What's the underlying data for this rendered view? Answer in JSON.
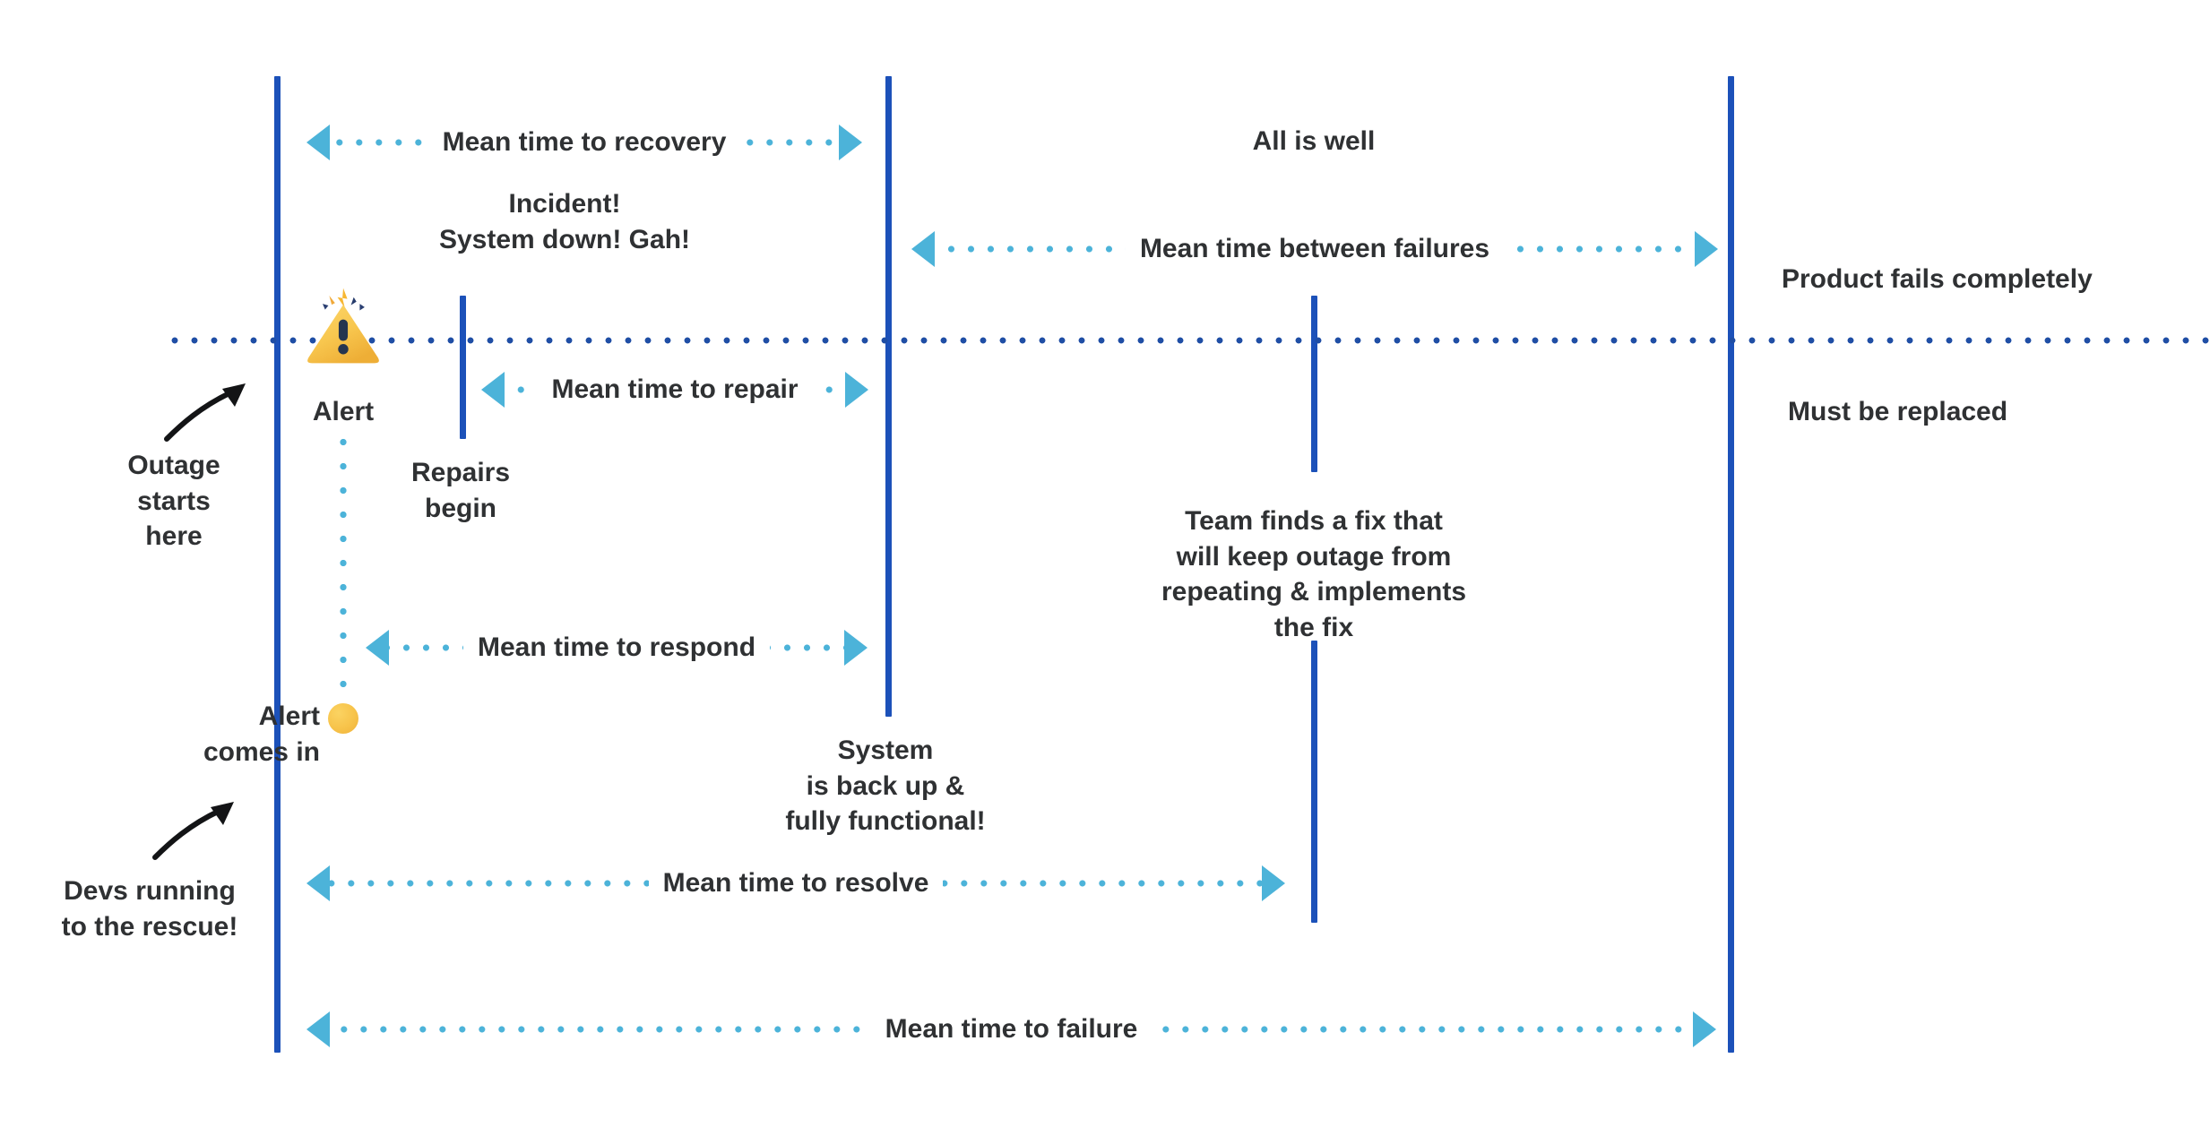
{
  "diagram": {
    "title": "Incident response timeline metrics",
    "colors": {
      "milestone_line": "#1c51b9",
      "baseline_dots": "#1f4ea5",
      "measure_arrow": "#4cb3d9",
      "alert_yellow": "#f7c34a",
      "text": "#2f3133"
    }
  },
  "measures": [
    {
      "id": "mttrecovery",
      "label": "Mean time to recovery"
    },
    {
      "id": "mtbf",
      "label": "Mean time between failures"
    },
    {
      "id": "mttrepair",
      "label": "Mean time to repair"
    },
    {
      "id": "mttrespond",
      "label": "Mean time to respond"
    },
    {
      "id": "mttresolve",
      "label": "Mean time to resolve"
    },
    {
      "id": "mttfailure",
      "label": "Mean time to failure"
    }
  ],
  "notes": {
    "incident": "Incident!\nSystem down! Gah!",
    "all_is_well": "All is well",
    "product_fails": "Product fails completely",
    "must_be_replaced": "Must be replaced",
    "alert": "Alert",
    "repairs_begin": "Repairs\nbegin",
    "team_fix": "Team finds a fix that\nwill keep outage from\nrepeating & implements\nthe fix",
    "system_back_up": "System\nis back up &\nfully functional!",
    "alert_comes_in": "Alert\ncomes in",
    "outage_starts": "Outage\nstarts\nhere",
    "devs_running": "Devs running\nto the rescue!"
  },
  "icons": {
    "alert": "warning-triangle-icon",
    "alert_dot": "alert-dot-icon",
    "outage_pointer": "curved-arrow-icon",
    "devs_pointer": "curved-arrow-icon"
  }
}
